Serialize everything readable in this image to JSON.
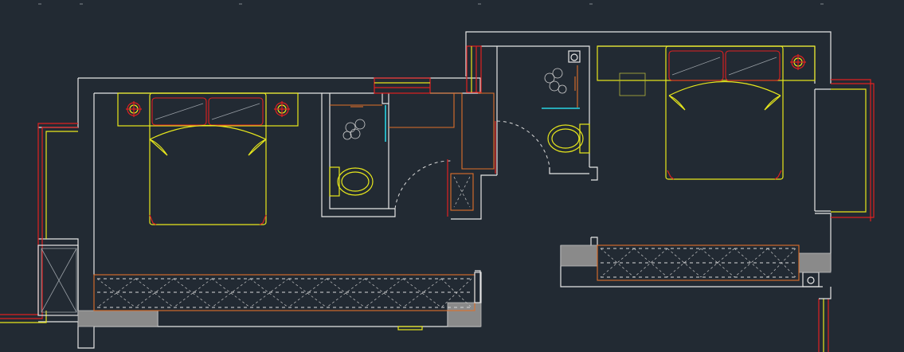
{
  "diagram": {
    "kind": "cad-floor-plan",
    "background": "#222a33",
    "colors": {
      "walls": "#e6e6e6",
      "windows_outer": "#e02020",
      "windows_inner": "#e8e81c",
      "furniture": "#e8e81c",
      "cabinets": "#e0702a",
      "accent_red": "#e02020",
      "glass_partition": "#29d3e3",
      "pillars": "#8a8a8a"
    },
    "rooms": [
      {
        "id": "left-bedroom",
        "features": [
          "double-bed",
          "nightstand-lamp-icon",
          "nightstand-lamp-icon",
          "wardrobe",
          "bay-window"
        ]
      },
      {
        "id": "left-bathroom",
        "features": [
          "toilet",
          "shower",
          "glass-partition"
        ]
      },
      {
        "id": "right-bathroom",
        "features": [
          "toilet",
          "shower",
          "glass-partition"
        ]
      },
      {
        "id": "right-bedroom",
        "features": [
          "double-bed",
          "nightstand-lamp-icon",
          "desk",
          "wardrobe",
          "bay-window"
        ]
      }
    ]
  }
}
